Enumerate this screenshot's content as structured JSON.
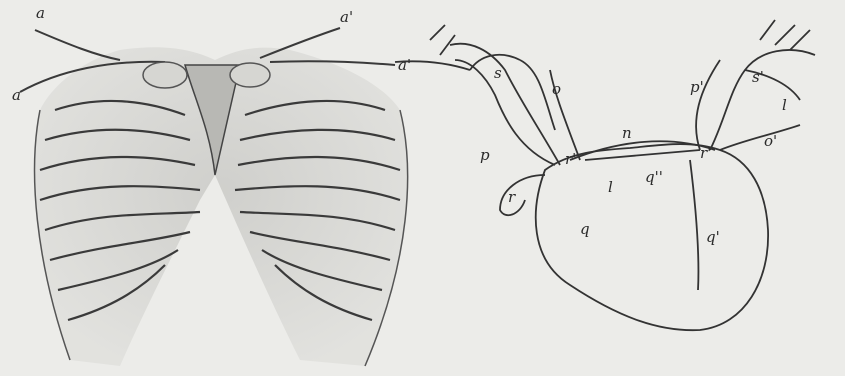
{
  "figure": {
    "background": "#ecece9",
    "ink": "#2a2a2a",
    "left_drawing": "rib-cage-engraving",
    "right_drawing": "heart-and-great-vessels-engraving"
  },
  "labels": {
    "a_top_left": "a",
    "a_top_right": "a'",
    "a_mid_left": "a",
    "a_mid_right": "a'",
    "s_left": "s",
    "o_left": "o",
    "p_left": "p",
    "r_left": "r",
    "r_center_left": "r'",
    "n": "n",
    "q_dbl_prime": "q''",
    "l_center": "l",
    "r_center_right": "r'",
    "q": "q",
    "q_prime": "q'",
    "p_prime": "p'",
    "s_right": "s'",
    "l_right": "l",
    "o_prime": "o'"
  }
}
